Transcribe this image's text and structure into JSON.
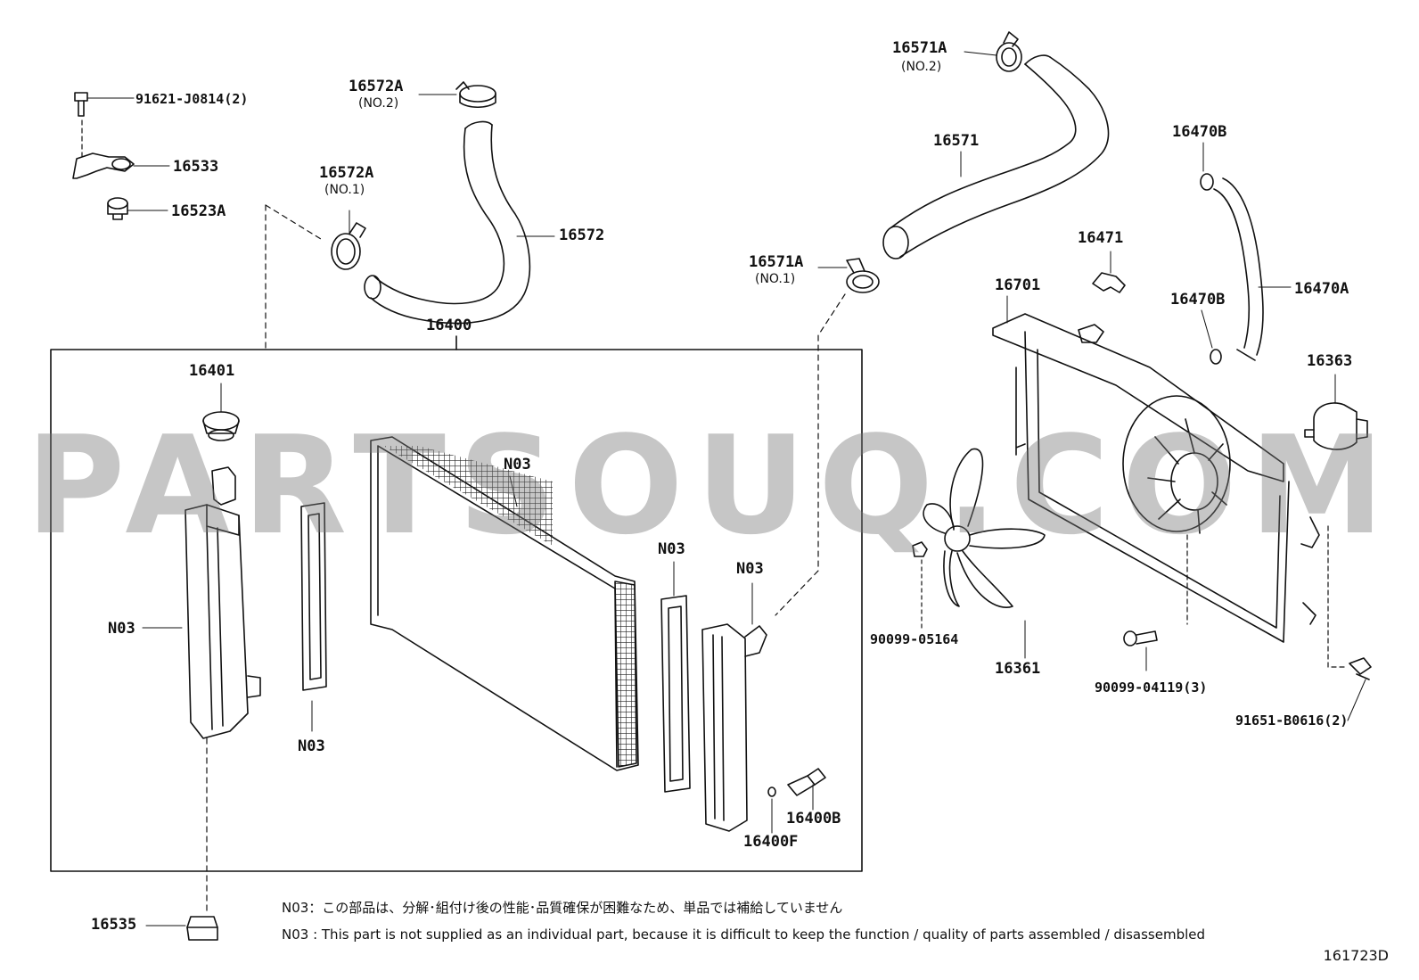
{
  "watermark": "PARTSOUQ.COM",
  "labels": {
    "p91621": "91621-J0814(2)",
    "p16533": "16533",
    "p16523A": "16523A",
    "p16572A_no2": "16572A",
    "p16572A_no2_sub": "(NO.2)",
    "p16572A_no1": "16572A",
    "p16572A_no1_sub": "(NO.1)",
    "p16572": "16572",
    "p16571A_no2": "16571A",
    "p16571A_no2_sub": "(NO.2)",
    "p16571": "16571",
    "p16571A_no1": "16571A",
    "p16571A_no1_sub": "(NO.1)",
    "p16470B_top": "16470B",
    "p16470B_bottom": "16470B",
    "p16470A": "16470A",
    "p16471": "16471",
    "p16701": "16701",
    "p16363": "16363",
    "p16400": "16400",
    "p16401": "16401",
    "n03_core": "N03",
    "n03_right_seal": "N03",
    "n03_right_tank": "N03",
    "n03_left_tank": "N03",
    "n03_left_seal": "N03",
    "p16400B": "16400B",
    "p16400F": "16400F",
    "p90099_05164": "90099-05164",
    "p16361": "16361",
    "p90099_04119": "90099-04119(3)",
    "p91651": "91651-B0616(2)",
    "p16535": "16535"
  },
  "notes": {
    "jp": "N03：この部品は、分解･組付け後の性能･品質確保が困難なため、単品では補給していません",
    "en": "N03 : This part is not supplied as an individual part, because it is difficult to keep the function / quality of parts assembled / disassembled"
  },
  "diagram_code": "161723D"
}
